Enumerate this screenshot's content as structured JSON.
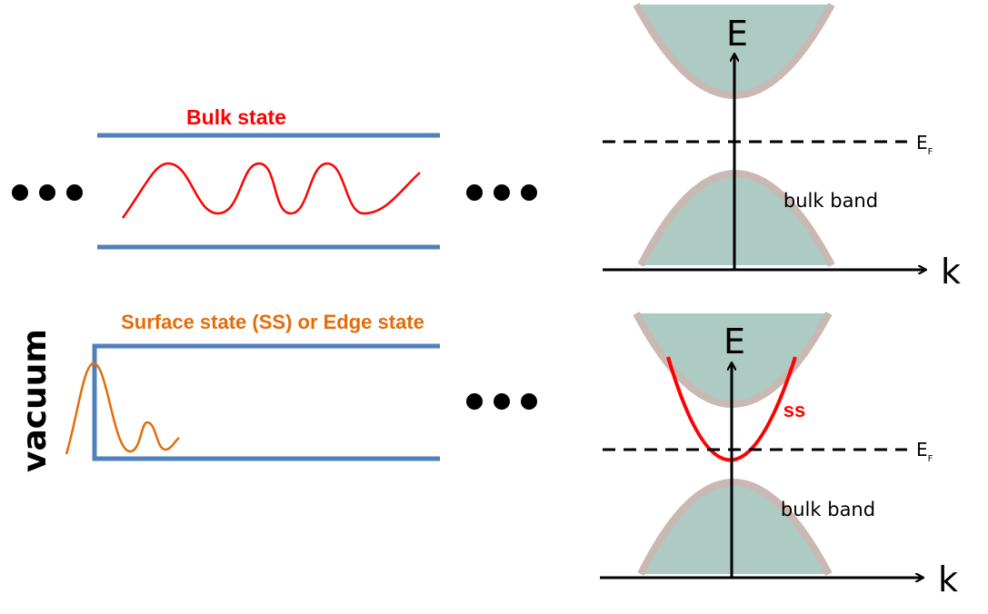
{
  "left": {
    "bulk_title": "Bulk state",
    "surface_title": "Surface state (SS) or Edge state",
    "vacuum_label": "vacuum"
  },
  "right_top": {
    "energy_axis": "E",
    "momentum_axis": "k",
    "fermi_main": "E",
    "fermi_sub": "F",
    "band_label": "bulk band"
  },
  "right_bottom": {
    "energy_axis": "E",
    "momentum_axis": "k",
    "fermi_main": "E",
    "fermi_sub": "F",
    "band_label": "bulk band",
    "surface_state_label": "ss"
  },
  "colors": {
    "slab": "#4f81bd",
    "bulk_wave": "#ff0000",
    "surface_wave": "#e46c0a",
    "band_fill": "#aecbc3",
    "band_edge": "#c9b8b3",
    "ss_curve": "#ff0000"
  }
}
